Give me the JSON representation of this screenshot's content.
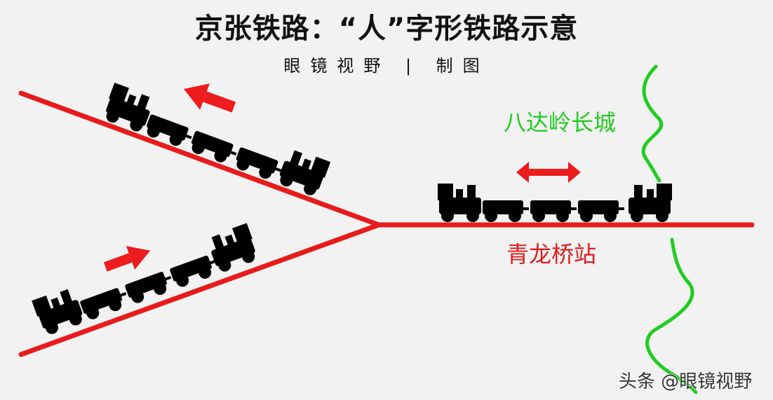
{
  "title": "京张铁路：“人”字形铁路示意",
  "subtitle": "眼镜视野 | 制图",
  "labels": {
    "great_wall": "八达岭长城",
    "station": "青龙桥站"
  },
  "watermark": "头条 @眼镜视野",
  "colors": {
    "track": "#e81b1b",
    "arrow": "#ee1c1c",
    "great_wall": "#22cc22",
    "train": "#000000",
    "background": "#f2f2f2"
  },
  "icons": [
    "train-icon",
    "direction-arrow-icon",
    "double-arrow-icon",
    "great-wall-line"
  ]
}
